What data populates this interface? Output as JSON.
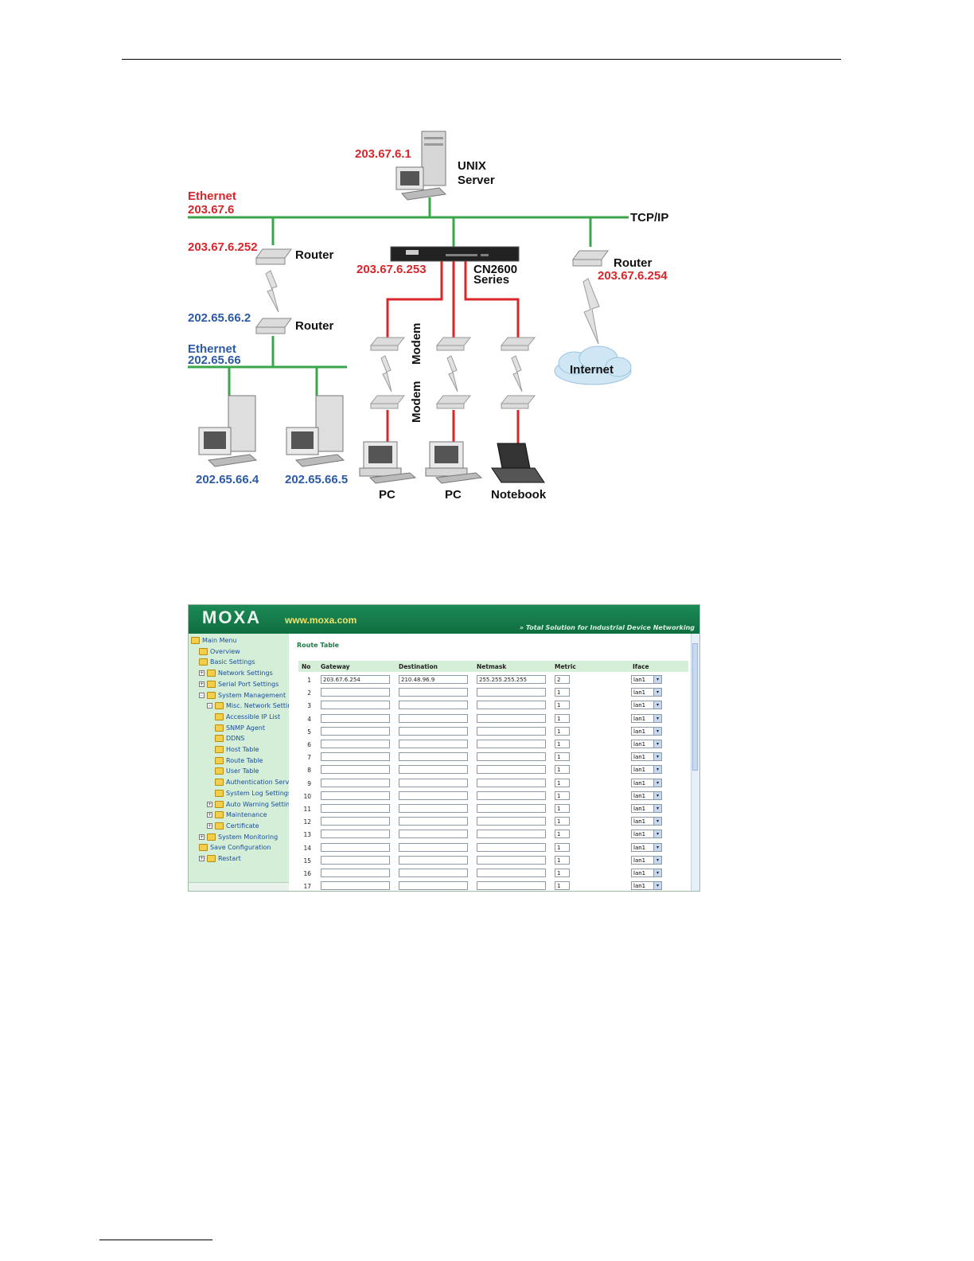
{
  "diagram": {
    "unix_server": {
      "ip": "203.67.6.1",
      "label_line1": "UNIX",
      "label_line2": "Server"
    },
    "ethernet_a": {
      "line1": "Ethernet",
      "line2": "203.67.6"
    },
    "tcpip": "TCP/IP",
    "router_left": {
      "ip": "203.67.6.252",
      "label": "Router"
    },
    "router_lower": {
      "ip": "202.65.66.2",
      "label": "Router"
    },
    "ethernet_b": {
      "line1": "Ethernet",
      "line2": "202.65.66"
    },
    "cn2600": {
      "ip": "203.67.6.253",
      "line1": "CN2600",
      "line2": "Series"
    },
    "router_right": {
      "label": "Router",
      "ip": "203.67.6.254"
    },
    "internet": "Internet",
    "modem_upper": "Modem",
    "modem_lower": "Modem",
    "host_a": "202.65.66.4",
    "host_b": "202.65.66.5",
    "pc1": "PC",
    "pc2": "PC",
    "notebook": "Notebook"
  },
  "web": {
    "logo": "MOXA",
    "url": "www.moxa.com",
    "tagline": "Total Solution for Industrial Device Networking",
    "page_title": "Route Table",
    "menu": [
      {
        "label": "Main Menu",
        "level": 0,
        "expander": ""
      },
      {
        "label": "Overview",
        "level": 1,
        "expander": ""
      },
      {
        "label": "Basic Settings",
        "level": 1,
        "expander": ""
      },
      {
        "label": "Network Settings",
        "level": 1,
        "expander": "+"
      },
      {
        "label": "Serial Port Settings",
        "level": 1,
        "expander": "+"
      },
      {
        "label": "System Management",
        "level": 1,
        "expander": "-"
      },
      {
        "label": "Misc. Network Settings",
        "level": 2,
        "expander": "-"
      },
      {
        "label": "Accessible IP List",
        "level": 3,
        "expander": ""
      },
      {
        "label": "SNMP Agent",
        "level": 3,
        "expander": ""
      },
      {
        "label": "DDNS",
        "level": 3,
        "expander": ""
      },
      {
        "label": "Host Table",
        "level": 3,
        "expander": ""
      },
      {
        "label": "Route Table",
        "level": 3,
        "expander": ""
      },
      {
        "label": "User Table",
        "level": 3,
        "expander": ""
      },
      {
        "label": "Authentication Serve",
        "level": 3,
        "expander": ""
      },
      {
        "label": "System Log Settings",
        "level": 3,
        "expander": ""
      },
      {
        "label": "Auto Warning Settings",
        "level": 2,
        "expander": "+"
      },
      {
        "label": "Maintenance",
        "level": 2,
        "expander": "+"
      },
      {
        "label": "Certificate",
        "level": 2,
        "expander": "+"
      },
      {
        "label": "System Monitoring",
        "level": 1,
        "expander": "+"
      },
      {
        "label": "Save Configuration",
        "level": 1,
        "expander": ""
      },
      {
        "label": "Restart",
        "level": 1,
        "expander": "+"
      }
    ],
    "columns": [
      "No",
      "Gateway",
      "Destination",
      "Netmask",
      "Metric",
      "Iface"
    ],
    "rows": [
      {
        "no": "1",
        "gateway": "203.67.6.254",
        "destination": "210.48.96.9",
        "netmask": "255.255.255.255",
        "metric": "2",
        "iface": "lan1"
      },
      {
        "no": "2",
        "gateway": "",
        "destination": "",
        "netmask": "",
        "metric": "1",
        "iface": "lan1"
      },
      {
        "no": "3",
        "gateway": "",
        "destination": "",
        "netmask": "",
        "metric": "1",
        "iface": "lan1"
      },
      {
        "no": "4",
        "gateway": "",
        "destination": "",
        "netmask": "",
        "metric": "1",
        "iface": "lan1"
      },
      {
        "no": "5",
        "gateway": "",
        "destination": "",
        "netmask": "",
        "metric": "1",
        "iface": "lan1"
      },
      {
        "no": "6",
        "gateway": "",
        "destination": "",
        "netmask": "",
        "metric": "1",
        "iface": "lan1"
      },
      {
        "no": "7",
        "gateway": "",
        "destination": "",
        "netmask": "",
        "metric": "1",
        "iface": "lan1"
      },
      {
        "no": "8",
        "gateway": "",
        "destination": "",
        "netmask": "",
        "metric": "1",
        "iface": "lan1"
      },
      {
        "no": "9",
        "gateway": "",
        "destination": "",
        "netmask": "",
        "metric": "1",
        "iface": "lan1"
      },
      {
        "no": "10",
        "gateway": "",
        "destination": "",
        "netmask": "",
        "metric": "1",
        "iface": "lan1"
      },
      {
        "no": "11",
        "gateway": "",
        "destination": "",
        "netmask": "",
        "metric": "1",
        "iface": "lan1"
      },
      {
        "no": "12",
        "gateway": "",
        "destination": "",
        "netmask": "",
        "metric": "1",
        "iface": "lan1"
      },
      {
        "no": "13",
        "gateway": "",
        "destination": "",
        "netmask": "",
        "metric": "1",
        "iface": "lan1"
      },
      {
        "no": "14",
        "gateway": "",
        "destination": "",
        "netmask": "",
        "metric": "1",
        "iface": "lan1"
      },
      {
        "no": "15",
        "gateway": "",
        "destination": "",
        "netmask": "",
        "metric": "1",
        "iface": "lan1"
      },
      {
        "no": "16",
        "gateway": "",
        "destination": "",
        "netmask": "",
        "metric": "1",
        "iface": "lan1"
      },
      {
        "no": "17",
        "gateway": "",
        "destination": "",
        "netmask": "",
        "metric": "1",
        "iface": "lan1"
      }
    ]
  }
}
